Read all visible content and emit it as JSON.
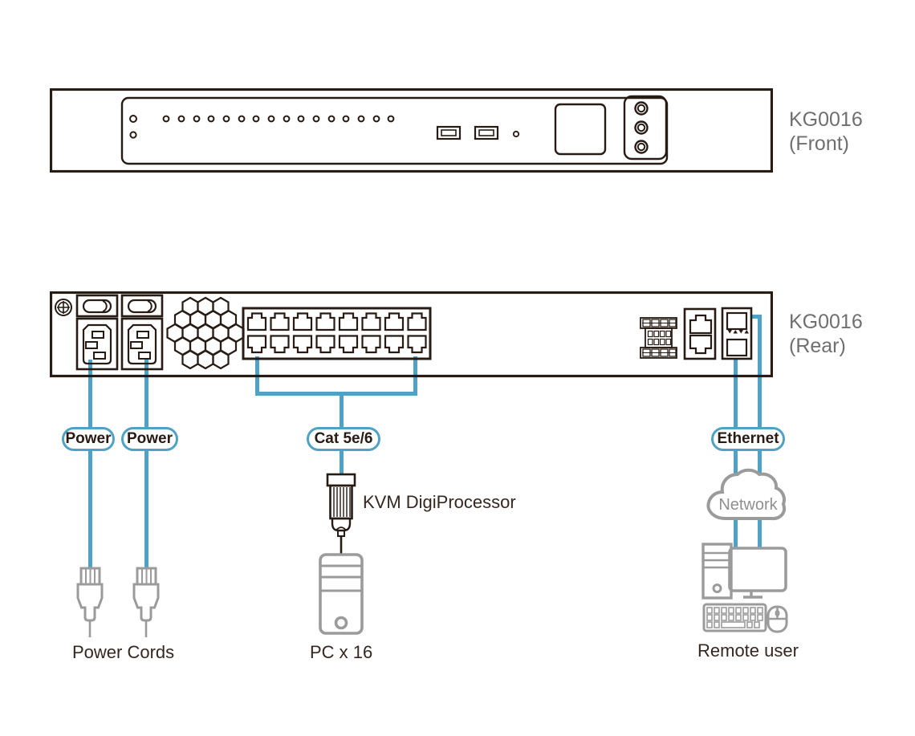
{
  "colors": {
    "outline": "#271B14",
    "cable_blue": "#4FA1C6",
    "icon_gray": "#9B9B9C",
    "device_label_gray": "#6F6F70",
    "caption_dark": "#35271F"
  },
  "front_panel": {
    "title_line1": "KG0016",
    "title_line2": "(Front)"
  },
  "rear_panel": {
    "title_line1": "KG0016",
    "title_line2": "(Rear)"
  },
  "cable_labels": {
    "power_left": "Power",
    "power_right": "Power",
    "cat": "Cat 5e/6",
    "ethernet": "Ethernet"
  },
  "captions": {
    "network": "Network",
    "kvm_digiprocessor": "KVM DigiProcessor",
    "pc": "PC x 16",
    "power_cords": "Power Cords",
    "remote_user": "Remote user"
  }
}
